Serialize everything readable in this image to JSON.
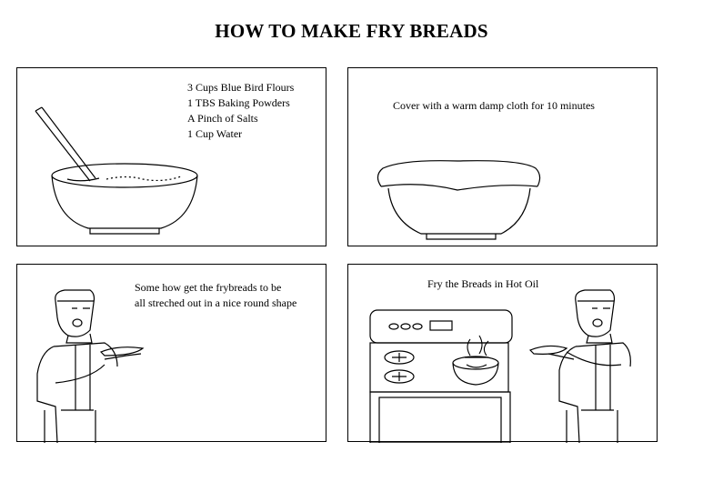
{
  "title": "HOW TO MAKE FRY BREADS",
  "panels": [
    {
      "ingredients": [
        "3 Cups Blue Bird Flours",
        "1 TBS Baking Powders",
        "A Pinch of Salts",
        "1 Cup Water"
      ]
    },
    {
      "caption": "Cover with a warm damp cloth for 10 minutes"
    },
    {
      "caption_lines": [
        "Some how get the frybreads to be",
        "all streched out in a nice round shape"
      ]
    },
    {
      "caption": "Fry the Breads in Hot Oil"
    }
  ],
  "colors": {
    "line": "#000000",
    "background": "#ffffff"
  },
  "icons": [
    "mixing-bowl-icon",
    "stirring-spoon-icon",
    "covered-bowl-icon",
    "cook-figure-icon",
    "stove-icon",
    "frying-pan-icon"
  ]
}
